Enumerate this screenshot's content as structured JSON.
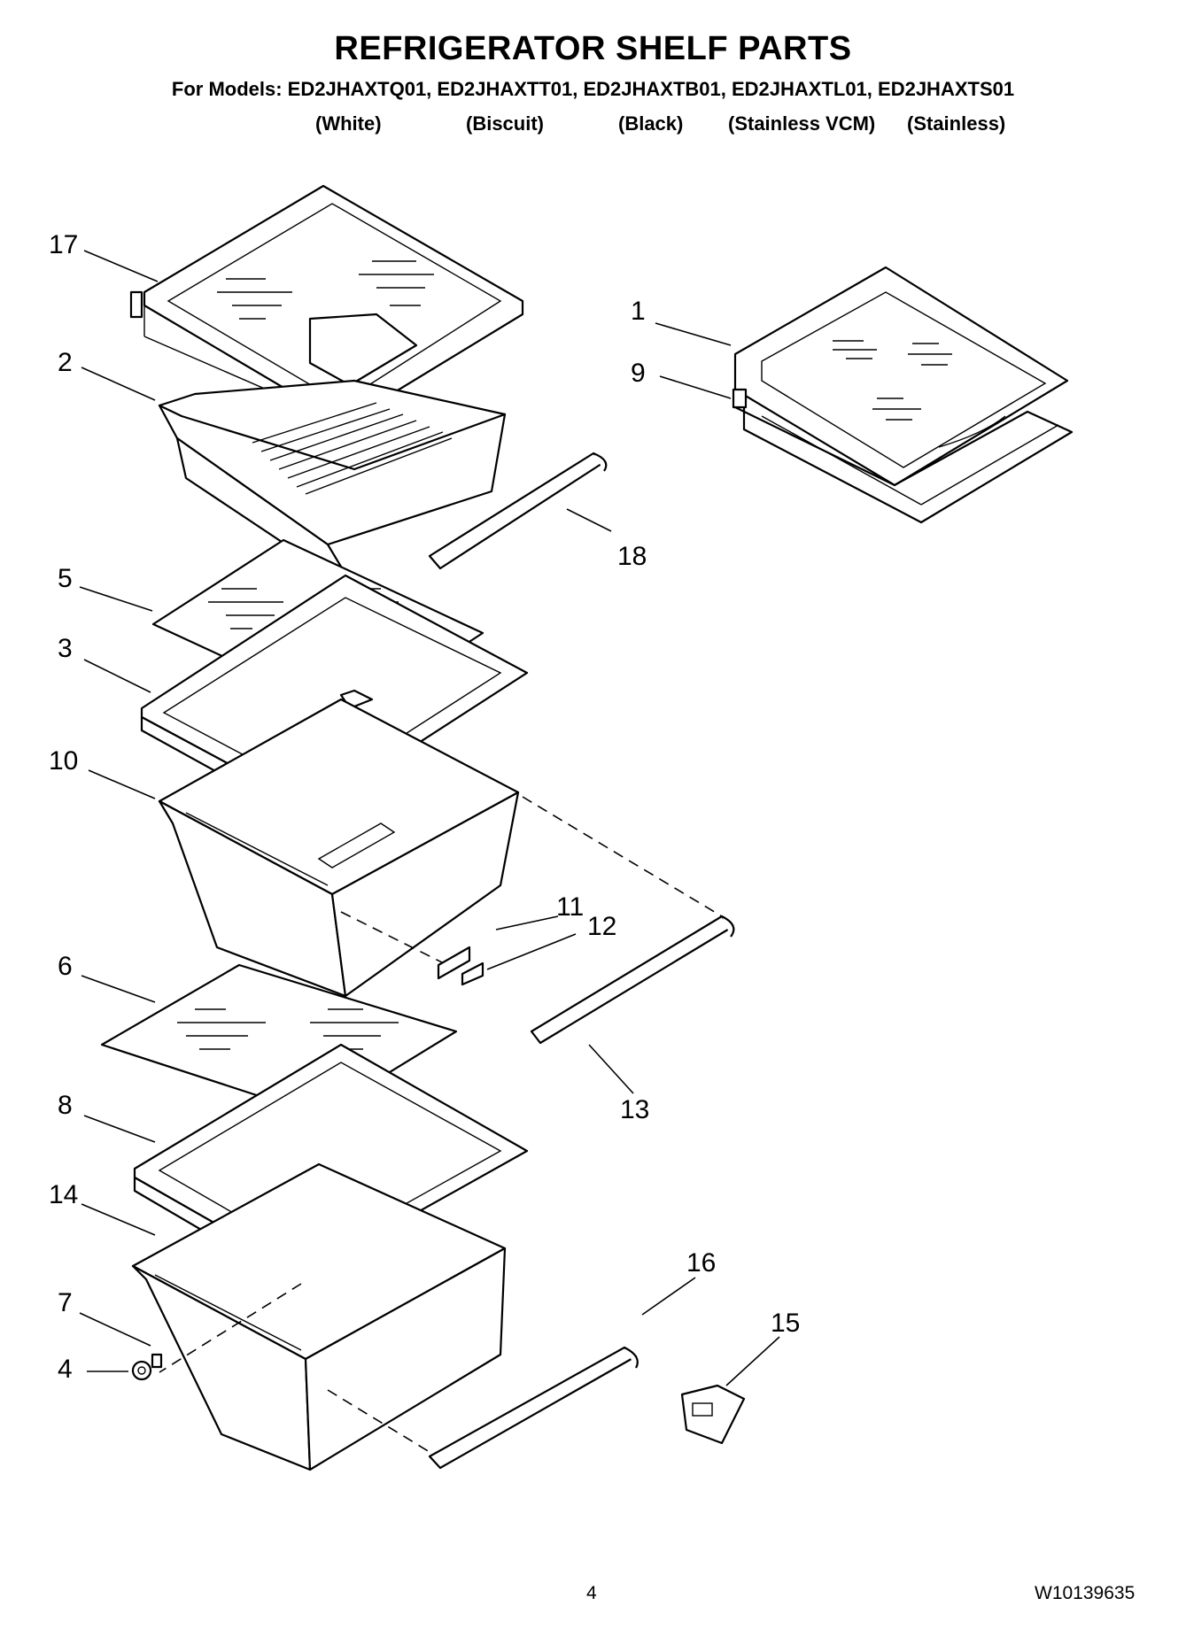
{
  "title": "REFRIGERATOR SHELF PARTS",
  "models_line": "For Models: ED2JHAXTQ01, ED2JHAXTT01, ED2JHAXTB01, ED2JHAXTL01, ED2JHAXTS01",
  "colors": [
    "(White)",
    "(Biscuit)",
    "(Black)",
    "(Stainless VCM)",
    "(Stainless)"
  ],
  "callouts": [
    "17",
    "2",
    "1",
    "9",
    "18",
    "5",
    "3",
    "10",
    "11",
    "12",
    "6",
    "13",
    "8",
    "14",
    "16",
    "15",
    "7",
    "4"
  ],
  "page_number": "4",
  "document_number": "W10139635"
}
